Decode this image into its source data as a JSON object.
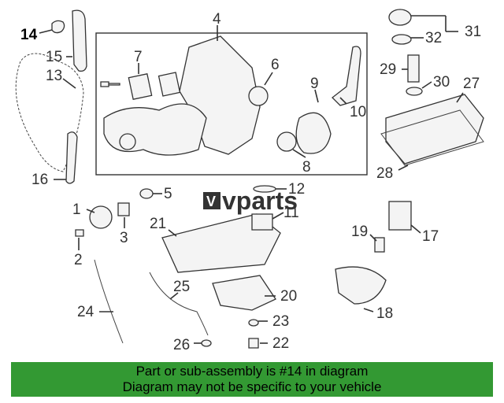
{
  "diagram": {
    "callouts": [
      "1",
      "2",
      "3",
      "4",
      "5",
      "6",
      "7",
      "8",
      "9",
      "10",
      "11",
      "12",
      "13",
      "14",
      "15",
      "16",
      "17",
      "18",
      "19",
      "20",
      "21",
      "22",
      "23",
      "24",
      "25",
      "26",
      "27",
      "28",
      "29",
      "30",
      "31",
      "32"
    ],
    "highlighted_callout": "14"
  },
  "watermark": {
    "text": "vparts",
    "mark": "V"
  },
  "banner": {
    "line1": "Part or sub-assembly is #14 in diagram",
    "line2": "Diagram may not be specific to your vehicle",
    "background": "#339933"
  },
  "colors": {
    "line": "#333333",
    "banner": "#339933"
  }
}
